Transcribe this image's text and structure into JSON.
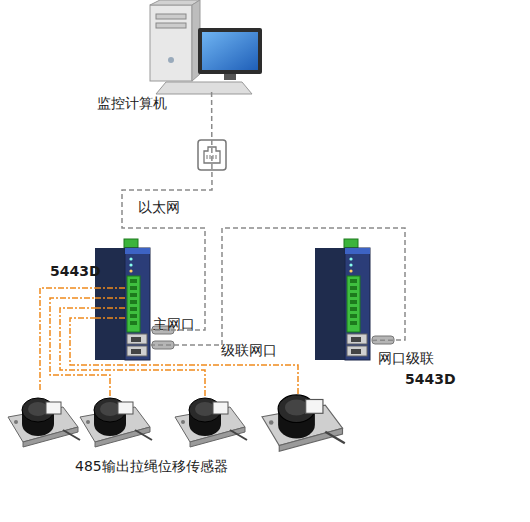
{
  "diagram": {
    "nodes": [
      {
        "text": [
          "监控计算机"
        ]
      },
      {
        "text": [
          "5443D"
        ]
      },
      {
        "text": [
          "5443D"
        ]
      },
      {
        "text": [
          "485输出拉绳位移传感器"
        ]
      }
    ],
    "edges": [
      {
        "from": 0,
        "to": 1,
        "arrow": "none",
        "label": "以太网"
      },
      {
        "from": 1,
        "to": 2,
        "arrow": "none"
      },
      {
        "from": 3,
        "to": 1,
        "arrow": "none"
      }
    ],
    "labels": [
      "主网口",
      "级联网口",
      "网口级联"
    ]
  }
}
